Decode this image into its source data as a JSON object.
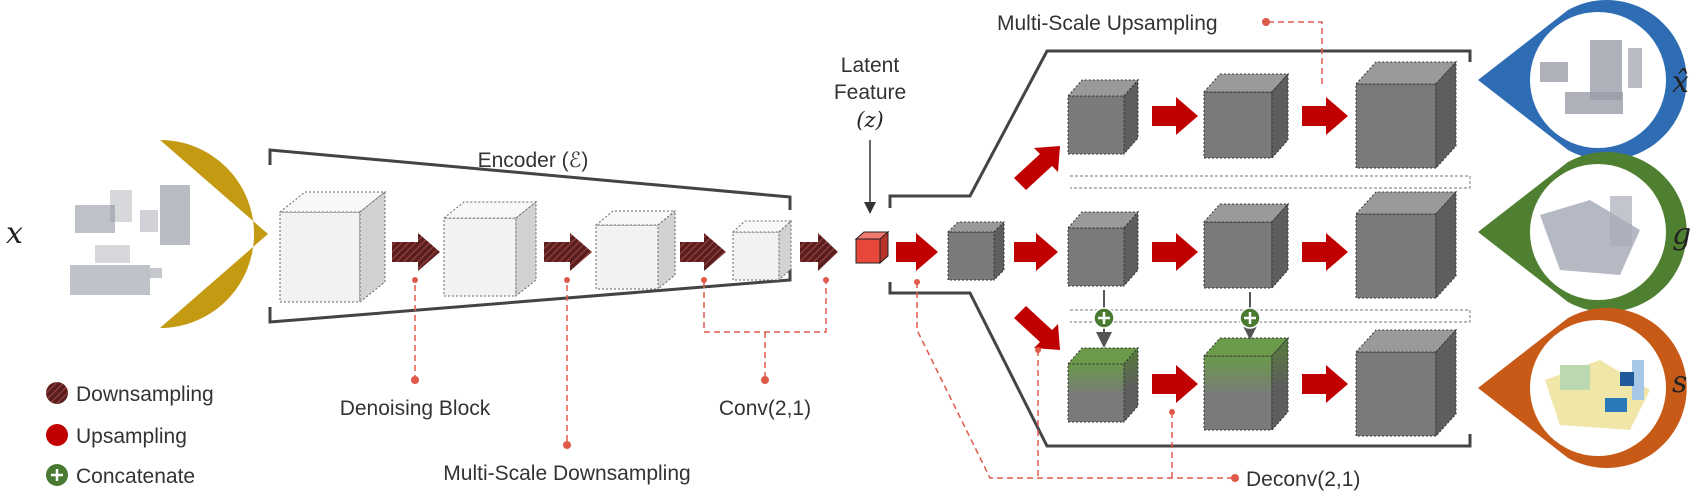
{
  "labels": {
    "encoder": "Encoder (ℰ)",
    "latent_line1": "Latent",
    "latent_line2": "Feature",
    "latent_symbol": "(z)",
    "multi_scale_upsampling": "Multi-Scale Upsampling",
    "denoising_block": "Denoising Block",
    "multi_scale_downsampling": "Multi-Scale Downsampling",
    "conv": "Conv(2,1)",
    "deconv": "Deconv(2,1)"
  },
  "legend": [
    {
      "label": "Downsampling",
      "icon": "hatched-circle-icon",
      "color": "#7a2a2a"
    },
    {
      "label": "Upsampling",
      "icon": "red-circle-icon",
      "color": "#c00000"
    },
    {
      "label": "Concatenate",
      "icon": "plus-circle-icon",
      "color": "#4a7a32"
    }
  ],
  "inputs": {
    "input_symbol": "x",
    "input_color": "#c09010"
  },
  "outputs": [
    {
      "symbol": "x̂",
      "color": "#2e6db4"
    },
    {
      "symbol": "g",
      "color": "#4f7f30"
    },
    {
      "symbol": "s",
      "color": "#c85a18"
    }
  ],
  "colors": {
    "arrow_red": "#c00000",
    "down_arrow": "#7a2a2a",
    "cube_gray": "#7a7a7a",
    "cube_light": "#f2f2f2",
    "latent_cube": "#e8483c",
    "semantic_green": "#6a9a4a",
    "leader_line": "#e05a4a"
  }
}
